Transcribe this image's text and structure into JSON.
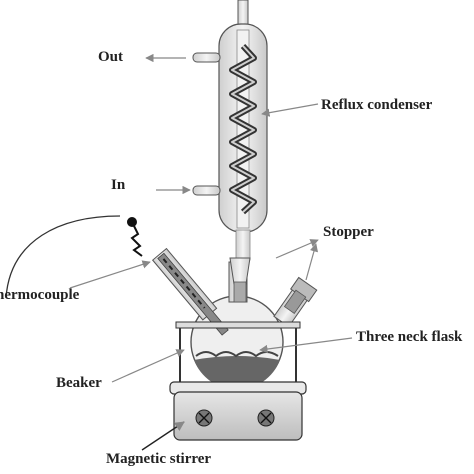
{
  "labels": {
    "out": "Out",
    "in": "In",
    "reflux_condenser": "Reflux condenser",
    "stopper": "Stopper",
    "thermocouple": "Thermocouple",
    "three_neck_flask": "Three neck flask",
    "beaker": "Beaker",
    "magnetic_stirrer": "Magnetic stirrer"
  },
  "colors": {
    "line": "#444444",
    "arrow": "#888888",
    "glass": "#e4e4e4",
    "dark": "#222222",
    "stirrer_body": "#d0d0d0",
    "liquid": "#555555"
  }
}
